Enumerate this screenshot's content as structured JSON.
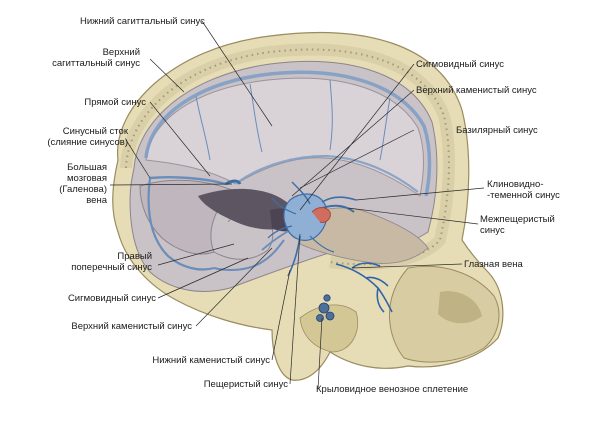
{
  "labels": {
    "inferior_sagittal_sinus": "Нижний сагиттальный синус",
    "superior_sagittal_sinus": "Верхний\nсагиттальный синус",
    "straight_sinus": "Прямой синус",
    "confluence_of_sinuses": "Синусный сток\n(слияние синусов)",
    "great_cerebral_vein": "Большая\nмозговая\n(Галенова)\nвена",
    "transverse_sinus": "Правый\nпоперечный синус",
    "sigmoid_sinus_left": "Сигмовидный синус",
    "superior_petrosal_sinus_left": "Верхний каменистый синус",
    "inferior_petrosal_sinus": "Нижний каменистый синус",
    "cavernous_sinus": "Пещеристый синус",
    "pterygoid_plexus": "Крыловидное венозное сплетение",
    "sigmoid_sinus_right": "Сигмовидный синус",
    "superior_petrosal_sinus_right": "Верхний каменистый синус",
    "basilar_sinus": "Базилярный синус",
    "sphenoparietal_sinus": "Клиновидно-\n-теменной синус",
    "intercavernous_sinus": "Межпещеристый\nсинус",
    "ophthalmic_vein": "Глазная вена"
  },
  "colors": {
    "bone": "#e6dcb6",
    "bone_shadow": "#cdbf93",
    "dura": "#c9c2c7",
    "dura_dark": "#9c939b",
    "sinus_blue": "#5d88b8",
    "vein_blue": "#2f63a8",
    "artery_red": "#d06d5e",
    "leader": "#2a2a2a"
  }
}
